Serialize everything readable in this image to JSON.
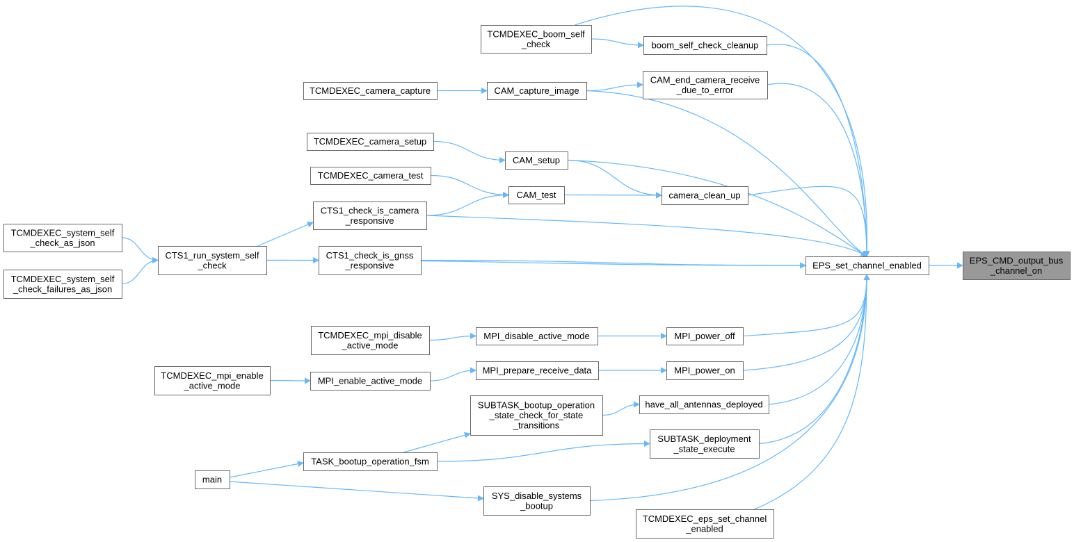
{
  "colors": {
    "edge": "#63b8ff",
    "node_border": "#666666",
    "node_fill": "#ffffff",
    "target_fill": "#999999"
  },
  "nodes": [
    {
      "id": "boom_self_check",
      "lines": [
        "TCMDEXEC_boom_self",
        "_check"
      ]
    },
    {
      "id": "boom_self_check_cleanup",
      "lines": [
        "boom_self_check_cleanup"
      ]
    },
    {
      "id": "camera_capture",
      "lines": [
        "TCMDEXEC_camera_capture"
      ]
    },
    {
      "id": "cam_capture_image",
      "lines": [
        "CAM_capture_image"
      ]
    },
    {
      "id": "cam_end_camera_receive",
      "lines": [
        "CAM_end_camera_receive",
        "_due_to_error"
      ]
    },
    {
      "id": "camera_setup",
      "lines": [
        "TCMDEXEC_camera_setup"
      ]
    },
    {
      "id": "cam_setup",
      "lines": [
        "CAM_setup"
      ]
    },
    {
      "id": "camera_test",
      "lines": [
        "TCMDEXEC_camera_test"
      ]
    },
    {
      "id": "cam_test",
      "lines": [
        "CAM_test"
      ]
    },
    {
      "id": "camera_clean_up",
      "lines": [
        "camera_clean_up"
      ]
    },
    {
      "id": "cts1_check_camera",
      "lines": [
        "CTS1_check_is_camera",
        "_responsive"
      ]
    },
    {
      "id": "system_self_check_json",
      "lines": [
        "TCMDEXEC_system_self",
        "_check_as_json"
      ]
    },
    {
      "id": "cts1_run_system_self_check",
      "lines": [
        "CTS1_run_system_self",
        "_check"
      ]
    },
    {
      "id": "system_self_check_failures",
      "lines": [
        "TCMDEXEC_system_self",
        "_check_failures_as_json"
      ]
    },
    {
      "id": "cts1_check_gnss",
      "lines": [
        "CTS1_check_is_gnss",
        "_responsive"
      ]
    },
    {
      "id": "eps_set_channel_enabled",
      "lines": [
        "EPS_set_channel_enabled"
      ]
    },
    {
      "id": "eps_cmd_output_bus",
      "lines": [
        "EPS_CMD_output_bus",
        "_channel_on"
      ]
    },
    {
      "id": "mpi_disable_cmd",
      "lines": [
        "TCMDEXEC_mpi_disable",
        "_active_mode"
      ]
    },
    {
      "id": "mpi_disable_active_mode",
      "lines": [
        "MPI_disable_active_mode"
      ]
    },
    {
      "id": "mpi_power_off",
      "lines": [
        "MPI_power_off"
      ]
    },
    {
      "id": "mpi_enable_cmd",
      "lines": [
        "TCMDEXEC_mpi_enable",
        "_active_mode"
      ]
    },
    {
      "id": "mpi_enable_active_mode",
      "lines": [
        "MPI_enable_active_mode"
      ]
    },
    {
      "id": "mpi_prepare_receive_data",
      "lines": [
        "MPI_prepare_receive_data"
      ]
    },
    {
      "id": "mpi_power_on",
      "lines": [
        "MPI_power_on"
      ]
    },
    {
      "id": "subtask_bootup",
      "lines": [
        "SUBTASK_bootup_operation",
        "_state_check_for_state",
        "_transitions"
      ]
    },
    {
      "id": "have_all_antennas_deployed",
      "lines": [
        "have_all_antennas_deployed"
      ]
    },
    {
      "id": "subtask_deployment",
      "lines": [
        "SUBTASK_deployment",
        "_state_execute"
      ]
    },
    {
      "id": "task_bootup_fsm",
      "lines": [
        "TASK_bootup_operation_fsm"
      ]
    },
    {
      "id": "main",
      "lines": [
        "main"
      ]
    },
    {
      "id": "sys_disable_systems",
      "lines": [
        "SYS_disable_systems",
        "_bootup"
      ]
    },
    {
      "id": "eps_set_channel_cmd",
      "lines": [
        "TCMDEXEC_eps_set_channel",
        "_enabled"
      ]
    }
  ],
  "edges": [
    [
      "boom_self_check",
      "boom_self_check_cleanup"
    ],
    [
      "boom_self_check",
      "eps_set_channel_enabled"
    ],
    [
      "boom_self_check_cleanup",
      "eps_set_channel_enabled"
    ],
    [
      "camera_capture",
      "cam_capture_image"
    ],
    [
      "cam_capture_image",
      "cam_end_camera_receive"
    ],
    [
      "cam_capture_image",
      "eps_set_channel_enabled"
    ],
    [
      "cam_end_camera_receive",
      "eps_set_channel_enabled"
    ],
    [
      "camera_setup",
      "cam_setup"
    ],
    [
      "cam_setup",
      "camera_clean_up"
    ],
    [
      "cam_setup",
      "eps_set_channel_enabled"
    ],
    [
      "camera_test",
      "cam_test"
    ],
    [
      "cam_test",
      "camera_clean_up"
    ],
    [
      "cts1_check_camera",
      "cam_test"
    ],
    [
      "camera_clean_up",
      "eps_set_channel_enabled"
    ],
    [
      "cts1_check_camera",
      "eps_set_channel_enabled"
    ],
    [
      "system_self_check_json",
      "cts1_run_system_self_check"
    ],
    [
      "system_self_check_failures",
      "cts1_run_system_self_check"
    ],
    [
      "cts1_run_system_self_check",
      "cts1_check_camera"
    ],
    [
      "cts1_run_system_self_check",
      "cts1_check_gnss"
    ],
    [
      "cts1_run_system_self_check",
      "eps_set_channel_enabled"
    ],
    [
      "cts1_check_gnss",
      "eps_set_channel_enabled"
    ],
    [
      "eps_set_channel_enabled",
      "eps_cmd_output_bus"
    ],
    [
      "mpi_disable_cmd",
      "mpi_disable_active_mode"
    ],
    [
      "mpi_disable_active_mode",
      "mpi_power_off"
    ],
    [
      "mpi_power_off",
      "eps_set_channel_enabled"
    ],
    [
      "mpi_enable_cmd",
      "mpi_enable_active_mode"
    ],
    [
      "mpi_enable_active_mode",
      "mpi_prepare_receive_data"
    ],
    [
      "mpi_prepare_receive_data",
      "mpi_power_on"
    ],
    [
      "mpi_power_on",
      "eps_set_channel_enabled"
    ],
    [
      "subtask_bootup",
      "have_all_antennas_deployed"
    ],
    [
      "have_all_antennas_deployed",
      "eps_set_channel_enabled"
    ],
    [
      "task_bootup_fsm",
      "subtask_bootup"
    ],
    [
      "task_bootup_fsm",
      "subtask_deployment"
    ],
    [
      "subtask_deployment",
      "eps_set_channel_enabled"
    ],
    [
      "main",
      "task_bootup_fsm"
    ],
    [
      "main",
      "sys_disable_systems"
    ],
    [
      "sys_disable_systems",
      "eps_set_channel_enabled"
    ],
    [
      "eps_set_channel_cmd",
      "eps_set_channel_enabled"
    ]
  ]
}
